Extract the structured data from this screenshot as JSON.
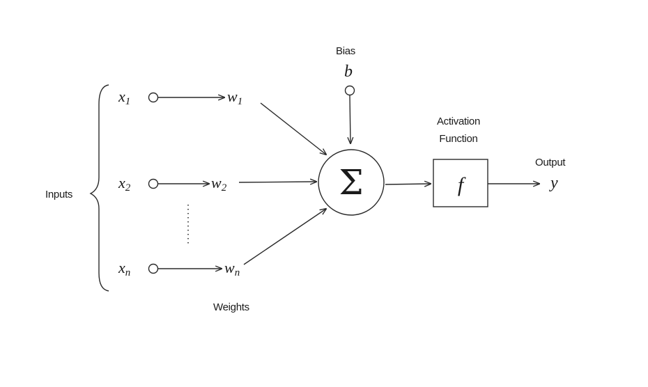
{
  "labels": {
    "bias": "Bias",
    "bias_symbol": "b",
    "activation_line1": "Activation",
    "activation_line2": "Function",
    "activation_symbol": "f",
    "output": "Output",
    "output_symbol": "y",
    "inputs": "Inputs",
    "weights": "Weights",
    "sum_symbol": "Σ"
  },
  "inputs": [
    {
      "var": "x",
      "sub": "1"
    },
    {
      "var": "x",
      "sub": "2"
    },
    {
      "var": "x",
      "sub": "n"
    }
  ],
  "weights": [
    {
      "var": "w",
      "sub": "1"
    },
    {
      "var": "w",
      "sub": "2"
    },
    {
      "var": "w",
      "sub": "n"
    }
  ]
}
